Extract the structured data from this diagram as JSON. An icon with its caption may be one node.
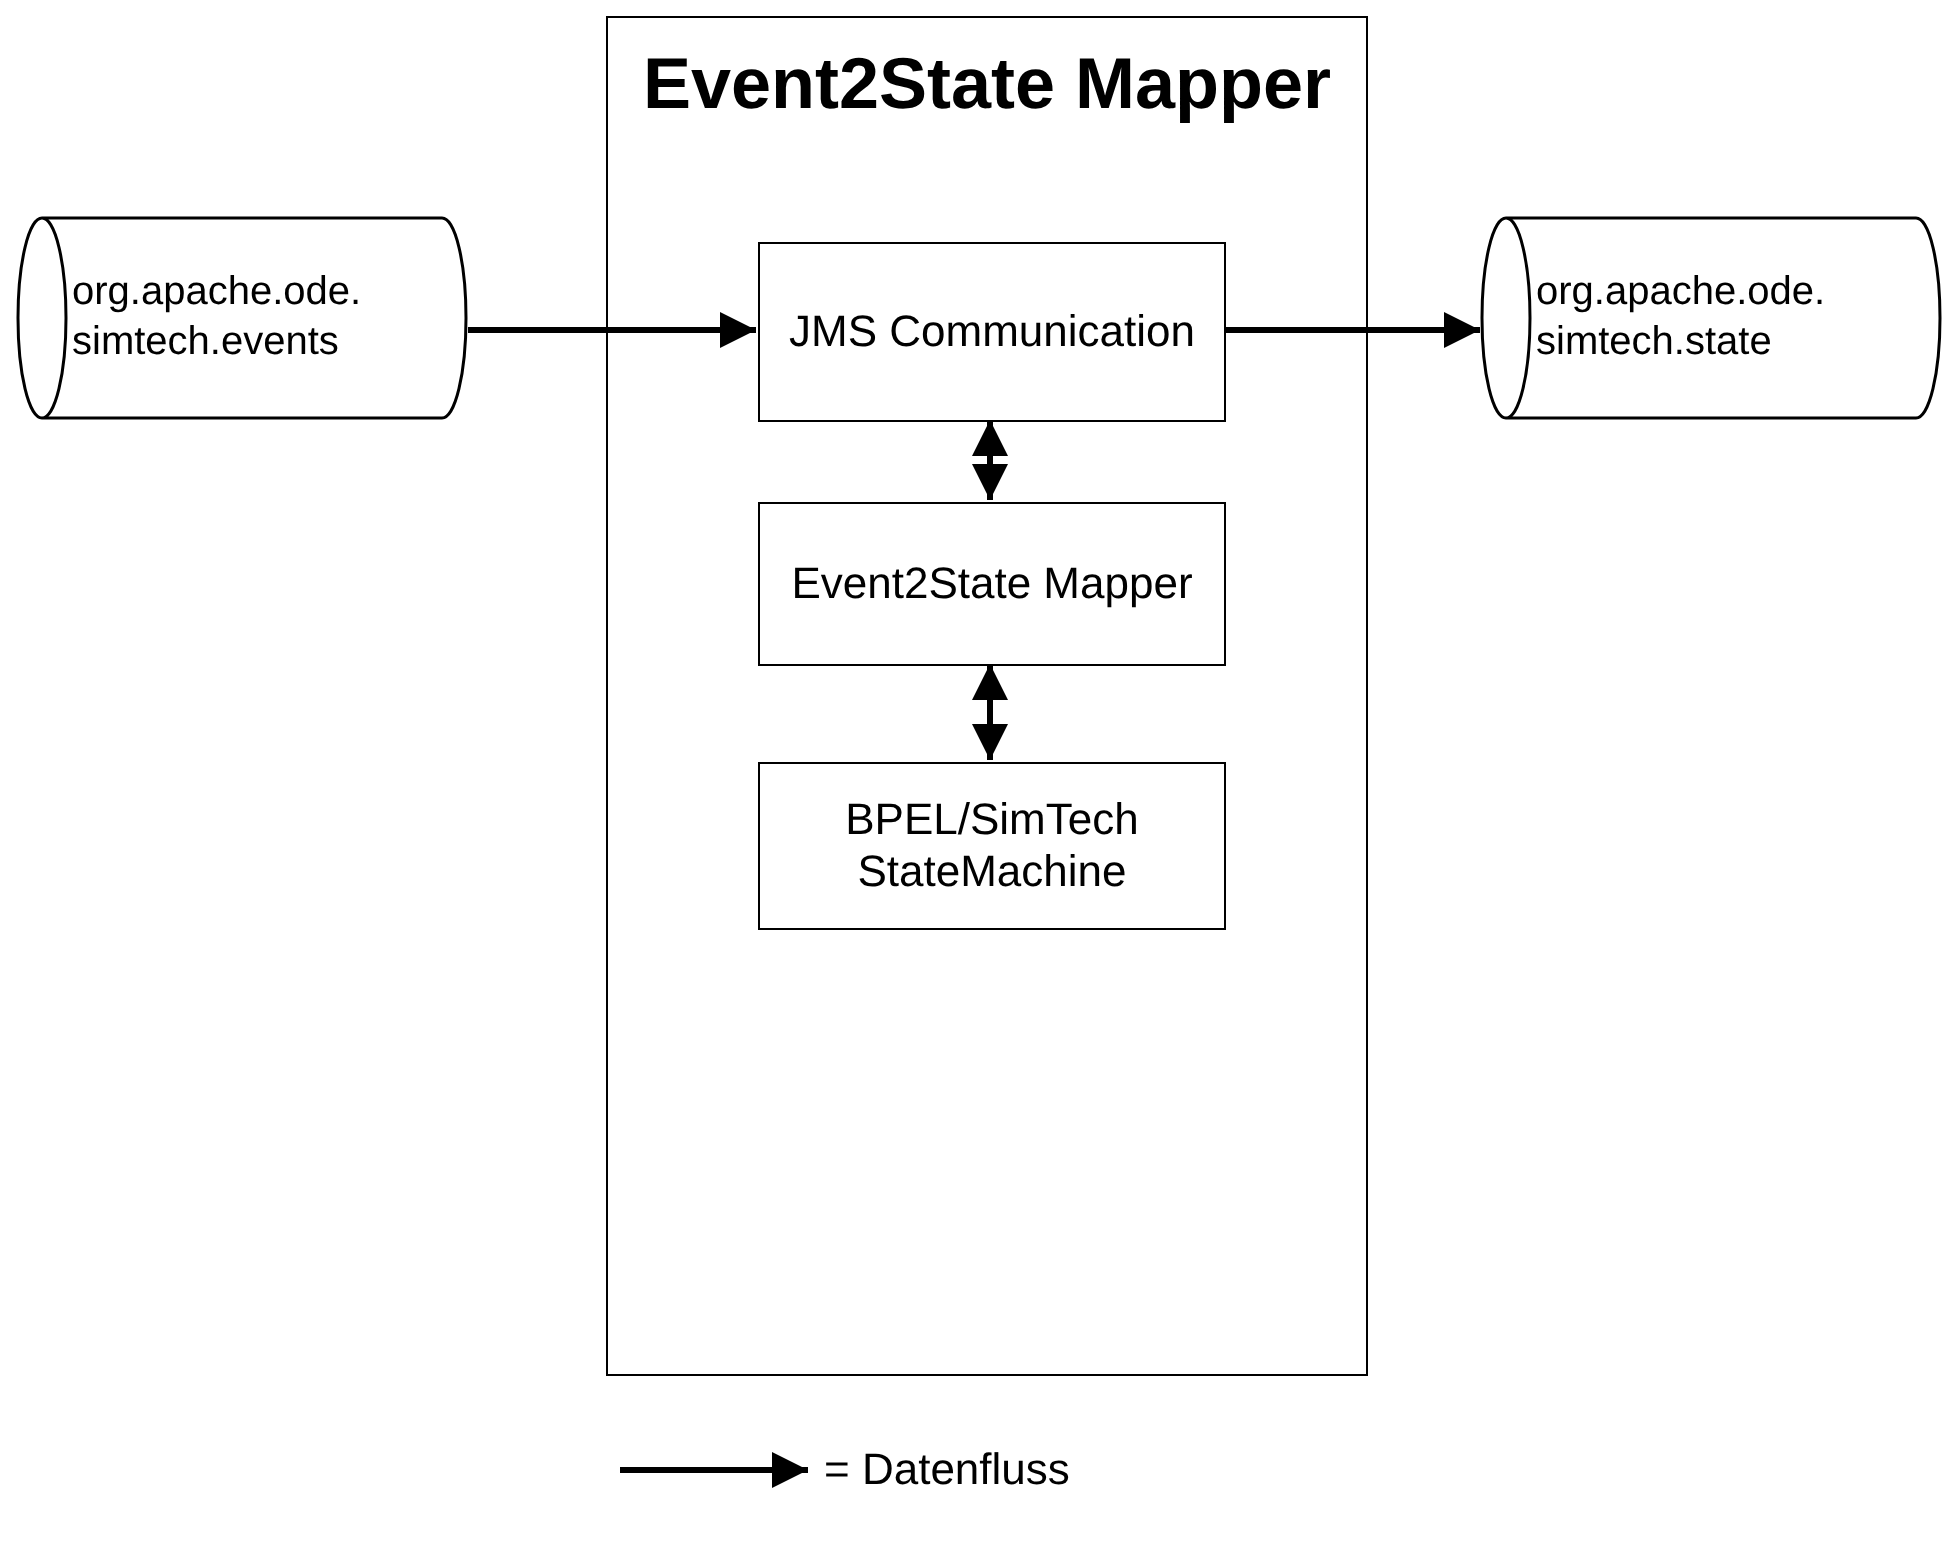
{
  "diagram": {
    "nodes": [
      {
        "text": [
          "org.apache.ode. simtech.events"
        ]
      },
      {
        "text": [
          "Event2State Mapper"
        ]
      },
      {
        "text": [
          "JMS Communication"
        ],
        "in": 1
      },
      {
        "text": [
          "Event2State Mapper"
        ],
        "in": 1
      },
      {
        "text": [
          "BPEL/SimTech StateMachine"
        ],
        "in": 1
      },
      {
        "text": [
          "org.apache.ode. simtech.state"
        ]
      }
    ],
    "edges": [
      {
        "from": 0,
        "to": 2,
        "arrow": "to"
      },
      {
        "from": 2,
        "to": 5,
        "arrow": "to"
      },
      {
        "from": 2,
        "to": 3,
        "arrow": "both"
      },
      {
        "from": 3,
        "to": 4,
        "arrow": "both"
      }
    ],
    "legend": [
      {
        "text": "= Datenfluss"
      }
    ]
  }
}
